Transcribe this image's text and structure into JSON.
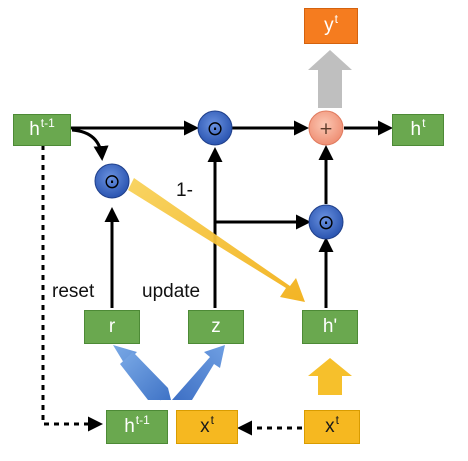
{
  "colors": {
    "green": "#6aa84f",
    "orange": "#f57c1f",
    "gold": "#f6b820",
    "gate_blue": "#3a66c2",
    "plus_pink": "#f4a58c",
    "gray_arrow": "#bfbfbf",
    "yellow_arrow": "#f6c02c",
    "blue_arrow": "#5b8fd6"
  },
  "nodes": {
    "y_out": {
      "base": "y",
      "sup": "t"
    },
    "h_prev_top": {
      "base": "h",
      "sup": "t-1"
    },
    "h_out": {
      "base": "h",
      "sup": "t"
    },
    "r_gate": {
      "base": "r"
    },
    "z_gate": {
      "base": "z"
    },
    "h_candidate": {
      "base": "h'"
    },
    "h_prev_bottom": {
      "base": "h",
      "sup": "t-1"
    },
    "x_concat": {
      "base": "x",
      "sup": "t"
    },
    "x_input": {
      "base": "x",
      "sup": "t"
    }
  },
  "operators": {
    "hadamard_symbol": "⊙",
    "plus_symbol": "+"
  },
  "labels": {
    "one_minus": "1-",
    "reset": "reset",
    "update": "update"
  }
}
